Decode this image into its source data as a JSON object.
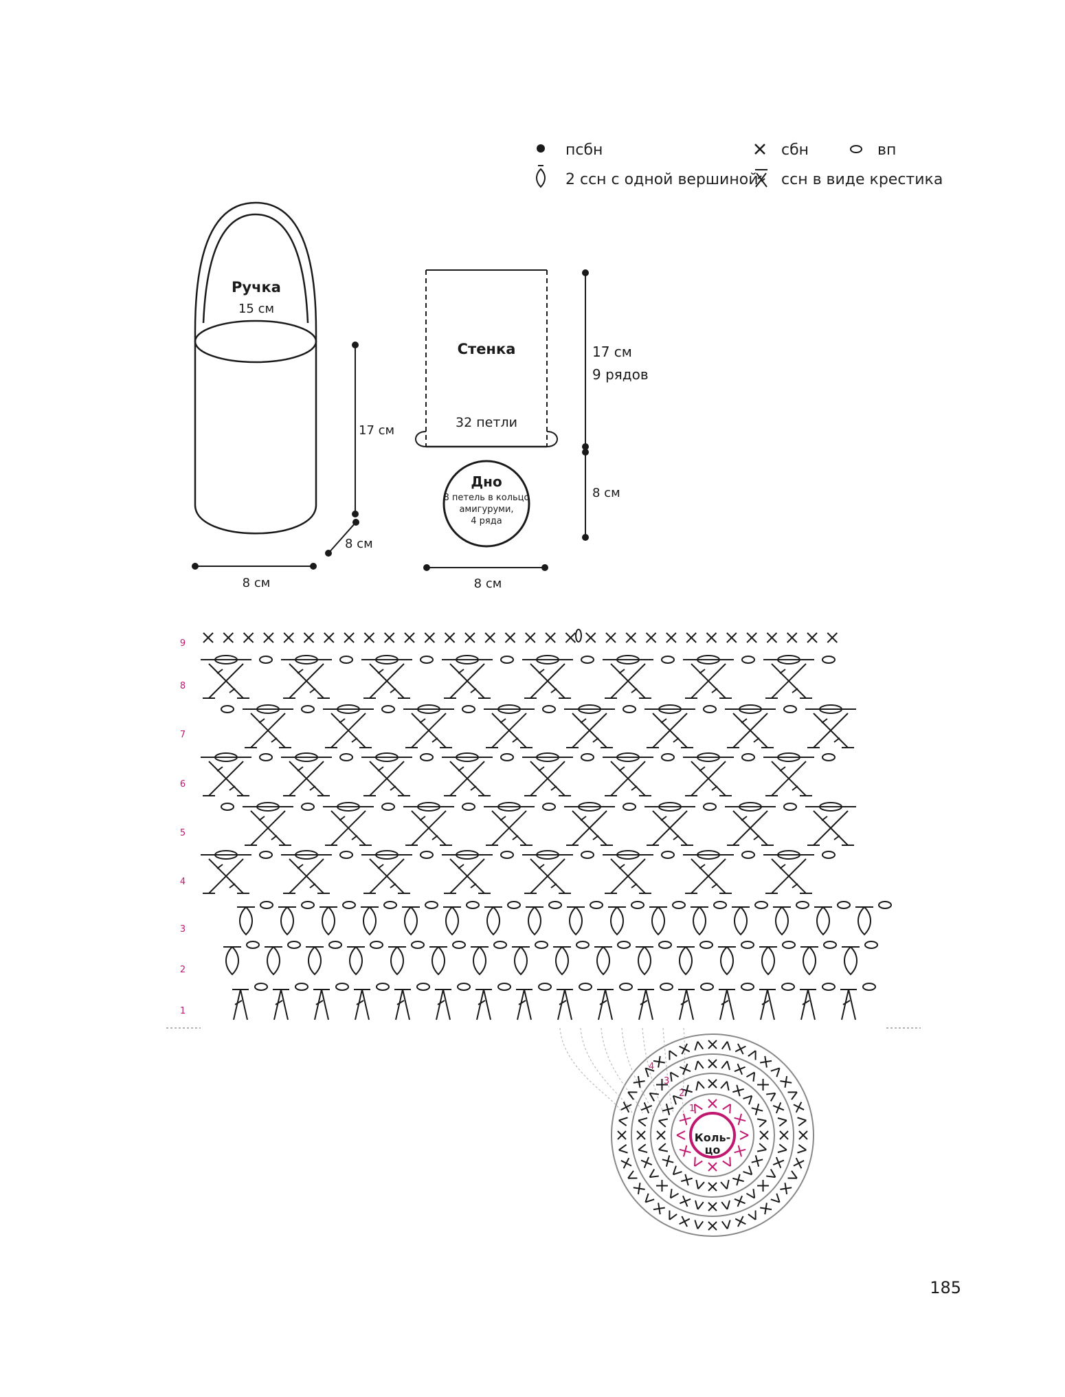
{
  "legend": {
    "item1": {
      "icon": "slip-stitch-dot-icon",
      "label": "псбн"
    },
    "item2": {
      "icon": "single-crochet-x-icon",
      "label": "сбн"
    },
    "item3": {
      "icon": "chain-oval-icon",
      "label": "вп"
    },
    "item4": {
      "icon": "two-dc-together-icon",
      "label": "2 ссн с одной вершиной"
    },
    "item5": {
      "icon": "crossed-dc-icon",
      "label": "ссн в виде крестика"
    }
  },
  "bag": {
    "handle_title": "Ручка",
    "handle_size": "15 см",
    "height": "17 см",
    "depth": "8 см",
    "width": "8 см"
  },
  "pattern": {
    "wall_title": "Стенка",
    "wall_stitches": "32 петли",
    "wall_height": "17 см",
    "wall_rows": "9 рядов",
    "bottom_title": "Дно",
    "bottom_desc_1": "8 петель в кольцо",
    "bottom_desc_2": "амигуруми,",
    "bottom_desc_3": "4 ряда",
    "bottom_height": "8 см",
    "width": "8 см"
  },
  "chart": {
    "rows": [
      "1",
      "2",
      "3",
      "4",
      "5",
      "6",
      "7",
      "8",
      "9"
    ],
    "round_labels": [
      "1",
      "2",
      "3",
      "4"
    ],
    "ring_label_1": "Коль-",
    "ring_label_2": "цо"
  },
  "page_number": "185",
  "colors": {
    "ink": "#1a1a1a",
    "accent": "#c0186f",
    "grey": "#888888"
  }
}
